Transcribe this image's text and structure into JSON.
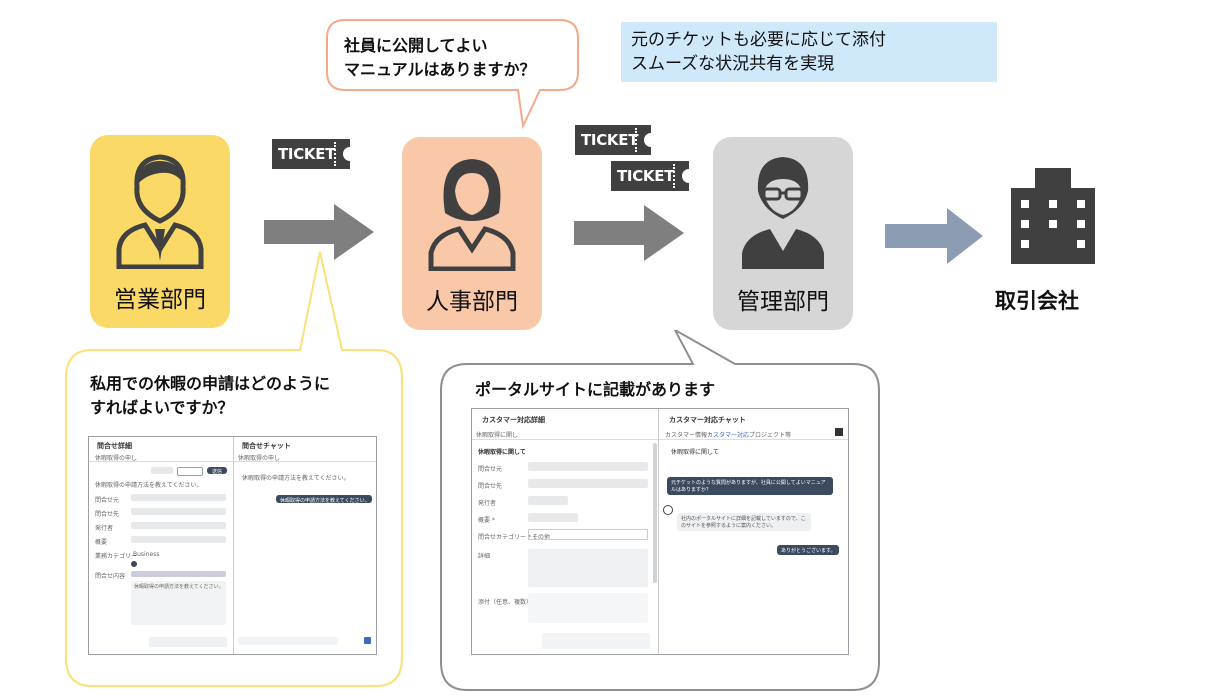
{
  "note": {
    "line1": "元のチケットも必要に応じて添付",
    "line2": "スムーズな状況共有を実現"
  },
  "departments": {
    "sales": "営業部門",
    "hr": "人事部門",
    "admin": "管理部門",
    "partner": "取引会社"
  },
  "tickets": {
    "label": "TICKET"
  },
  "bubbles": {
    "hr_question": {
      "line1": "社員に公開してよい",
      "line2": "マニュアルはありますか？"
    },
    "sales_question": {
      "line1": "私用での休暇の申請はどのように",
      "line2": "すればよいですか？"
    },
    "admin_answer": {
      "line1": "ポータルサイトに記載があります"
    }
  },
  "screens": {
    "left": {
      "pane1_title": "問合せ詳細",
      "pane2_title": "問合せチャット",
      "tab": "休暇取得の申し",
      "subject": "休暇取得の申請方法を教えてください。",
      "btn_send": "送信",
      "field_labels": [
        "問合せ元",
        "問合せ先",
        "発行者",
        "概要",
        "業務カテゴリー",
        "問合せ内容"
      ],
      "category": "Business",
      "reply": "休暇取得の申請方法を教えてください。"
    },
    "right": {
      "pane1_title": "カスタマー対応詳細",
      "pane2_title": "カスタマー対応チャット",
      "tab": "休暇取得に関し",
      "subject": "休暇取得に関して",
      "field_labels": [
        "問合せ元",
        "問合せ先",
        "発行者",
        "概要 *",
        "問合せカテゴリー *",
        "詳細",
        "添付（任意、複数）"
      ],
      "category": "その他",
      "tabs": [
        "カスタマー情報",
        "カスタマー対応",
        "プロジェクト等"
      ],
      "chat_subject": "休暇取得に関して",
      "msg1": "元チケットのような質問がありますが、社員に公開してよいマニュアルはありますか？",
      "msg2": "社内のポータルサイトに詳細を記載していますので、このサイトを参照するように案内ください。",
      "msg3": "ありがとうございます。"
    }
  },
  "colors": {
    "sales": "#fbd966",
    "hr": "#f8c8a8",
    "admin": "#d6d6d6",
    "arrow": "#7f7f7f",
    "arrow_partner": "#8c9cb2",
    "note_bg": "#cfe9fb",
    "bubble_sales_border": "#fbe07a",
    "bubble_hr_border": "#f4a98a",
    "bubble_admin_border": "#8f8f8f",
    "icon": "#404040"
  }
}
